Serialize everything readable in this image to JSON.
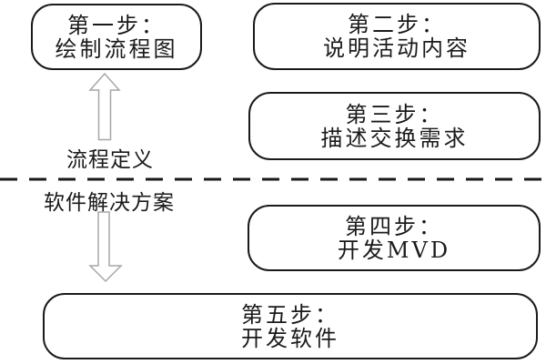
{
  "diagram": {
    "steps": [
      {
        "title": "第一步：",
        "action": "绘制流程图"
      },
      {
        "title": "第二步：",
        "action": "说明活动内容"
      },
      {
        "title": "第三步：",
        "action": "描述交换需求"
      },
      {
        "title": "第四步：",
        "action": "开发MVD"
      },
      {
        "title": "第五步：",
        "action": "开发软件"
      }
    ],
    "region_labels": {
      "upper": "流程定义",
      "lower": "软件解决方案"
    },
    "icons": {
      "upper_arrow": "hollow-arrow-up",
      "lower_arrow": "hollow-arrow-down"
    },
    "colors": {
      "background": "#ffffff",
      "box_border": "#1a1a1a",
      "text": "#1a1a1a",
      "arrow_outline": "#a6a6a6",
      "divider": "#1a1a1a"
    }
  }
}
